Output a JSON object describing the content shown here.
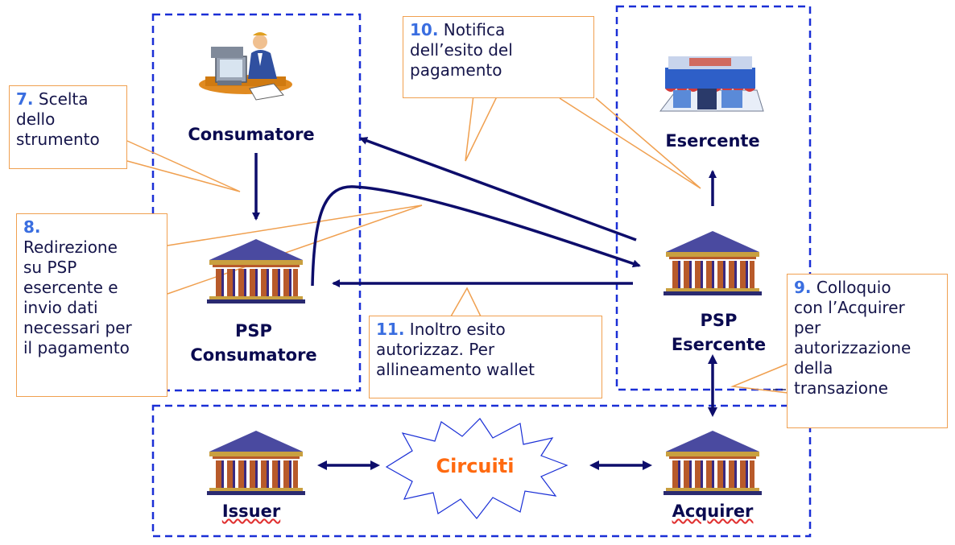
{
  "colors": {
    "frame_dashed": "#1a2fd6",
    "arrow": "#0d0d6b",
    "callout_border": "#f0a050",
    "number_blue": "#3a6ee0",
    "circuiti_orange": "#ff6a10",
    "bank_pillar": "#b85a2a",
    "bank_roof": "#4a4aa0"
  },
  "nodes": {
    "consumatore": "Consumatore",
    "esercente": "Esercente",
    "psp_consumatore_line1": "PSP",
    "psp_consumatore_line2": "Consumatore",
    "psp_esercente_line1": "PSP",
    "psp_esercente_line2": "Esercente",
    "issuer": "Issuer",
    "acquirer": "Acquirer",
    "circuiti": "Circuiti"
  },
  "callouts": {
    "c7": {
      "num": "7.",
      "text1": " Scelta",
      "text2": "dello",
      "text3": "strumento"
    },
    "c8": {
      "num": "8.",
      "text1": "Redirezione",
      "text2": "su PSP",
      "text3": "esercente e",
      "text4": "invio dati",
      "text5": "necessari per",
      "text6": "il pagamento"
    },
    "c9": {
      "num": "9.",
      "text1": " Colloquio",
      "text2": "con l’Acquirer",
      "text3": "per",
      "text4": "autorizzazione",
      "text5": "della",
      "text6": "transazione"
    },
    "c10": {
      "num": "10.",
      "text1": " Notifica",
      "text2": "dell’esito del",
      "text3": "pagamento"
    },
    "c11": {
      "num": "11.",
      "text1": " Inoltro esito",
      "text2": "autorizzaz. Per",
      "text3": "allineamento wallet"
    }
  },
  "icons": {
    "consumer": "person-at-computer-icon",
    "shop": "storefront-icon",
    "bank": "bank-building-icon",
    "starburst": "starburst-icon"
  }
}
